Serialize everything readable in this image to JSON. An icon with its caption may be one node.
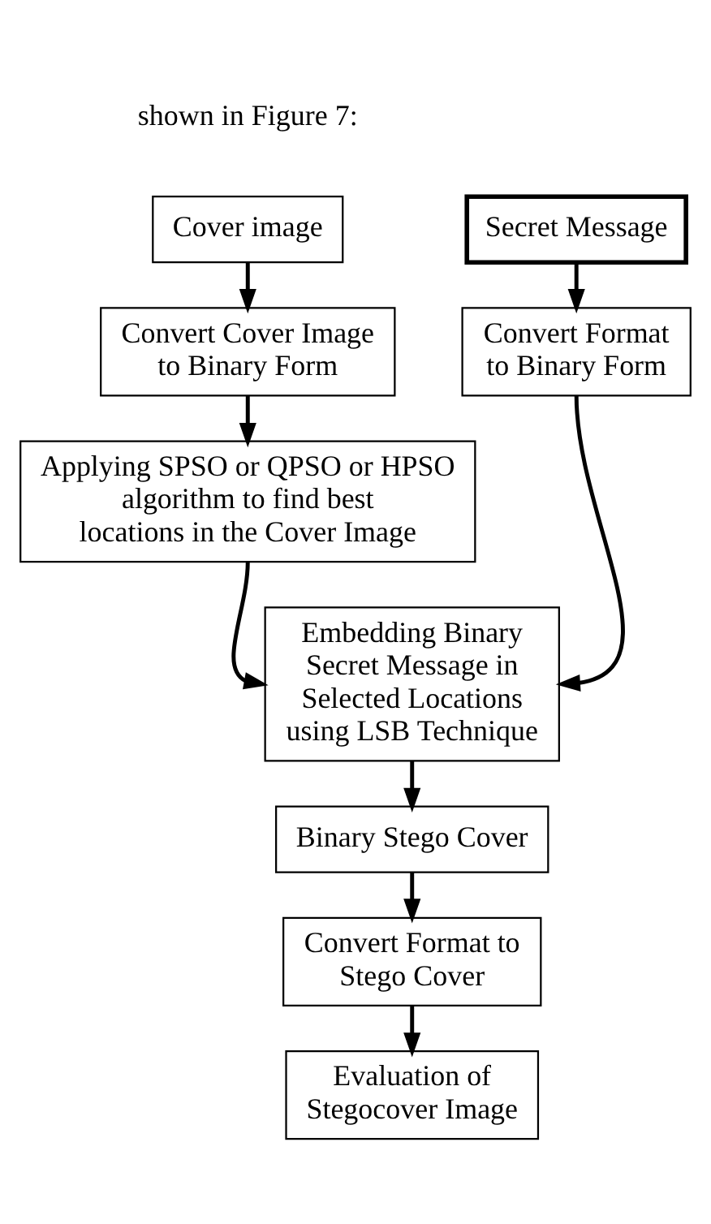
{
  "diagram": {
    "nodes": [
      {
        "text": [
          "Cover image"
        ]
      },
      {
        "text": [
          "Secret Message"
        ]
      },
      {
        "text": [
          "Convert Cover Image to Binary Form"
        ]
      },
      {
        "text": [
          "Convert Format to Binary Form"
        ]
      },
      {
        "text": [
          "Applying SPSO or QPSO or HPSO algorithm to find best locations in the Cover Image"
        ]
      },
      {
        "text": [
          "Embedding Binary Secret Message in Selected Locations using LSB Technique"
        ]
      },
      {
        "text": [
          "Binary Stego Cover"
        ]
      },
      {
        "text": [
          "Convert Format to Stego Cover"
        ]
      },
      {
        "text": [
          "Evaluation of Stegocover Image"
        ]
      }
    ],
    "edges": [
      {
        "from": 0,
        "to": 2,
        "arrow": "to"
      },
      {
        "from": 1,
        "to": 3,
        "arrow": "to"
      },
      {
        "from": 2,
        "to": 4,
        "arrow": "to"
      },
      {
        "from": 4,
        "to": 5,
        "arrow": "to"
      },
      {
        "from": 3,
        "to": 5,
        "arrow": "to"
      },
      {
        "from": 5,
        "to": 6,
        "arrow": "to"
      },
      {
        "from": 6,
        "to": 7,
        "arrow": "to"
      },
      {
        "from": 7,
        "to": 8,
        "arrow": "to"
      }
    ],
    "labels": [
      "shown in Figure 7:"
    ]
  }
}
